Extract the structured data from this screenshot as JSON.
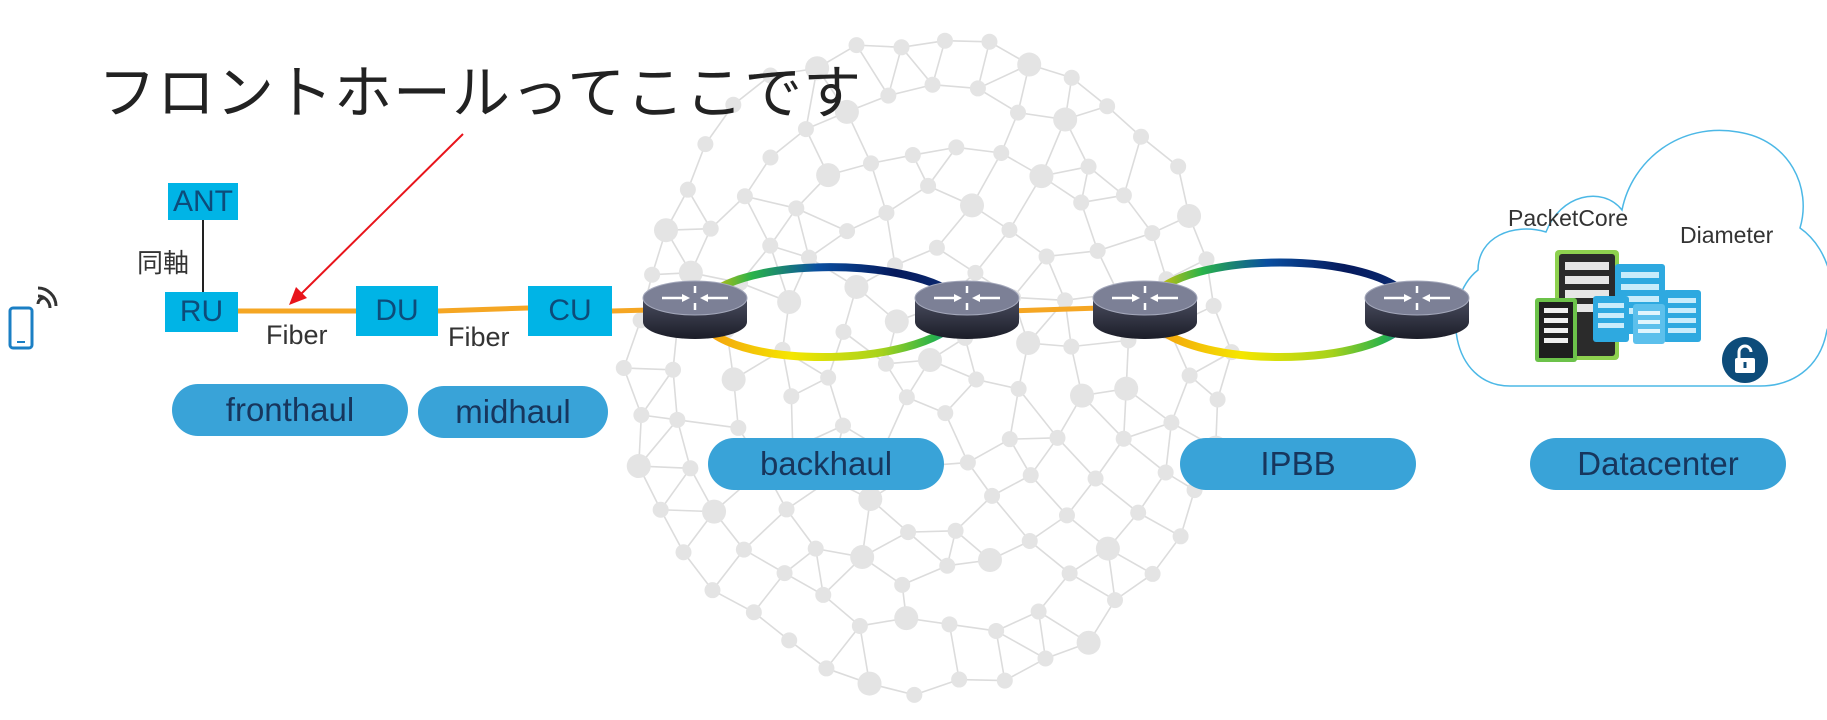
{
  "title": "フロントホールってここです",
  "nodes": {
    "ant": "ANT",
    "ru": "RU",
    "du": "DU",
    "cu": "CU"
  },
  "labels": {
    "coax": "同軸",
    "fiber1": "Fiber",
    "fiber2": "Fiber",
    "packetcore": "PacketCore",
    "diameter": "Diameter"
  },
  "segments": {
    "fronthaul": "fronthaul",
    "midhaul": "midhaul",
    "backhaul": "backhaul",
    "ipbb": "IPBB",
    "datacenter": "Datacenter"
  },
  "icons": {
    "phone": "mobile-phone-icon",
    "signal": "wifi-signal-icon",
    "router": "router-icon",
    "servers": "server-rack-icon",
    "lock": "lock-icon",
    "cloud": "cloud-icon"
  },
  "colors": {
    "node": "#00b4e6",
    "pill": "#39a3d8",
    "fiber": "#f5a623",
    "arrow": "#e8141b",
    "cloud_stroke": "#4cb8e6"
  }
}
